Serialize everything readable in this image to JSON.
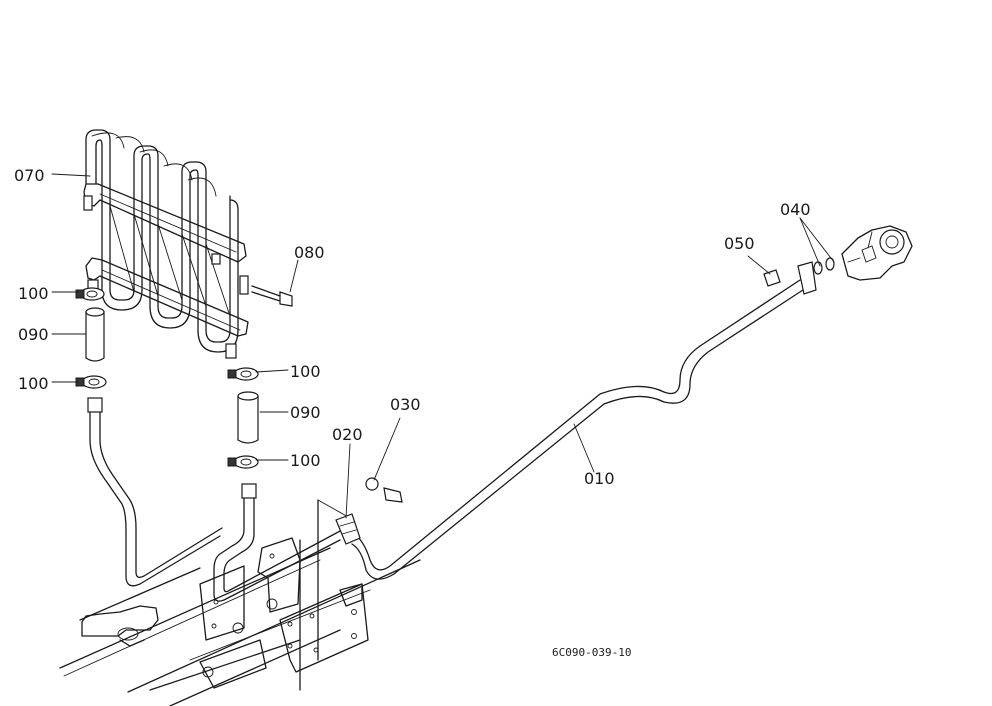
{
  "parts": [
    {
      "id": "p010",
      "label": "010"
    },
    {
      "id": "p020",
      "label": "020"
    },
    {
      "id": "p030",
      "label": "030"
    },
    {
      "id": "p040",
      "label": "040"
    },
    {
      "id": "p050",
      "label": "050"
    },
    {
      "id": "p070",
      "label": "070"
    },
    {
      "id": "p080",
      "label": "080"
    },
    {
      "id": "p090a",
      "label": "090"
    },
    {
      "id": "p090b",
      "label": "090"
    },
    {
      "id": "p100a",
      "label": "100"
    },
    {
      "id": "p100b",
      "label": "100"
    },
    {
      "id": "p100c",
      "label": "100"
    },
    {
      "id": "p100d",
      "label": "100"
    }
  ],
  "drawing_code": "6C090-039-10"
}
